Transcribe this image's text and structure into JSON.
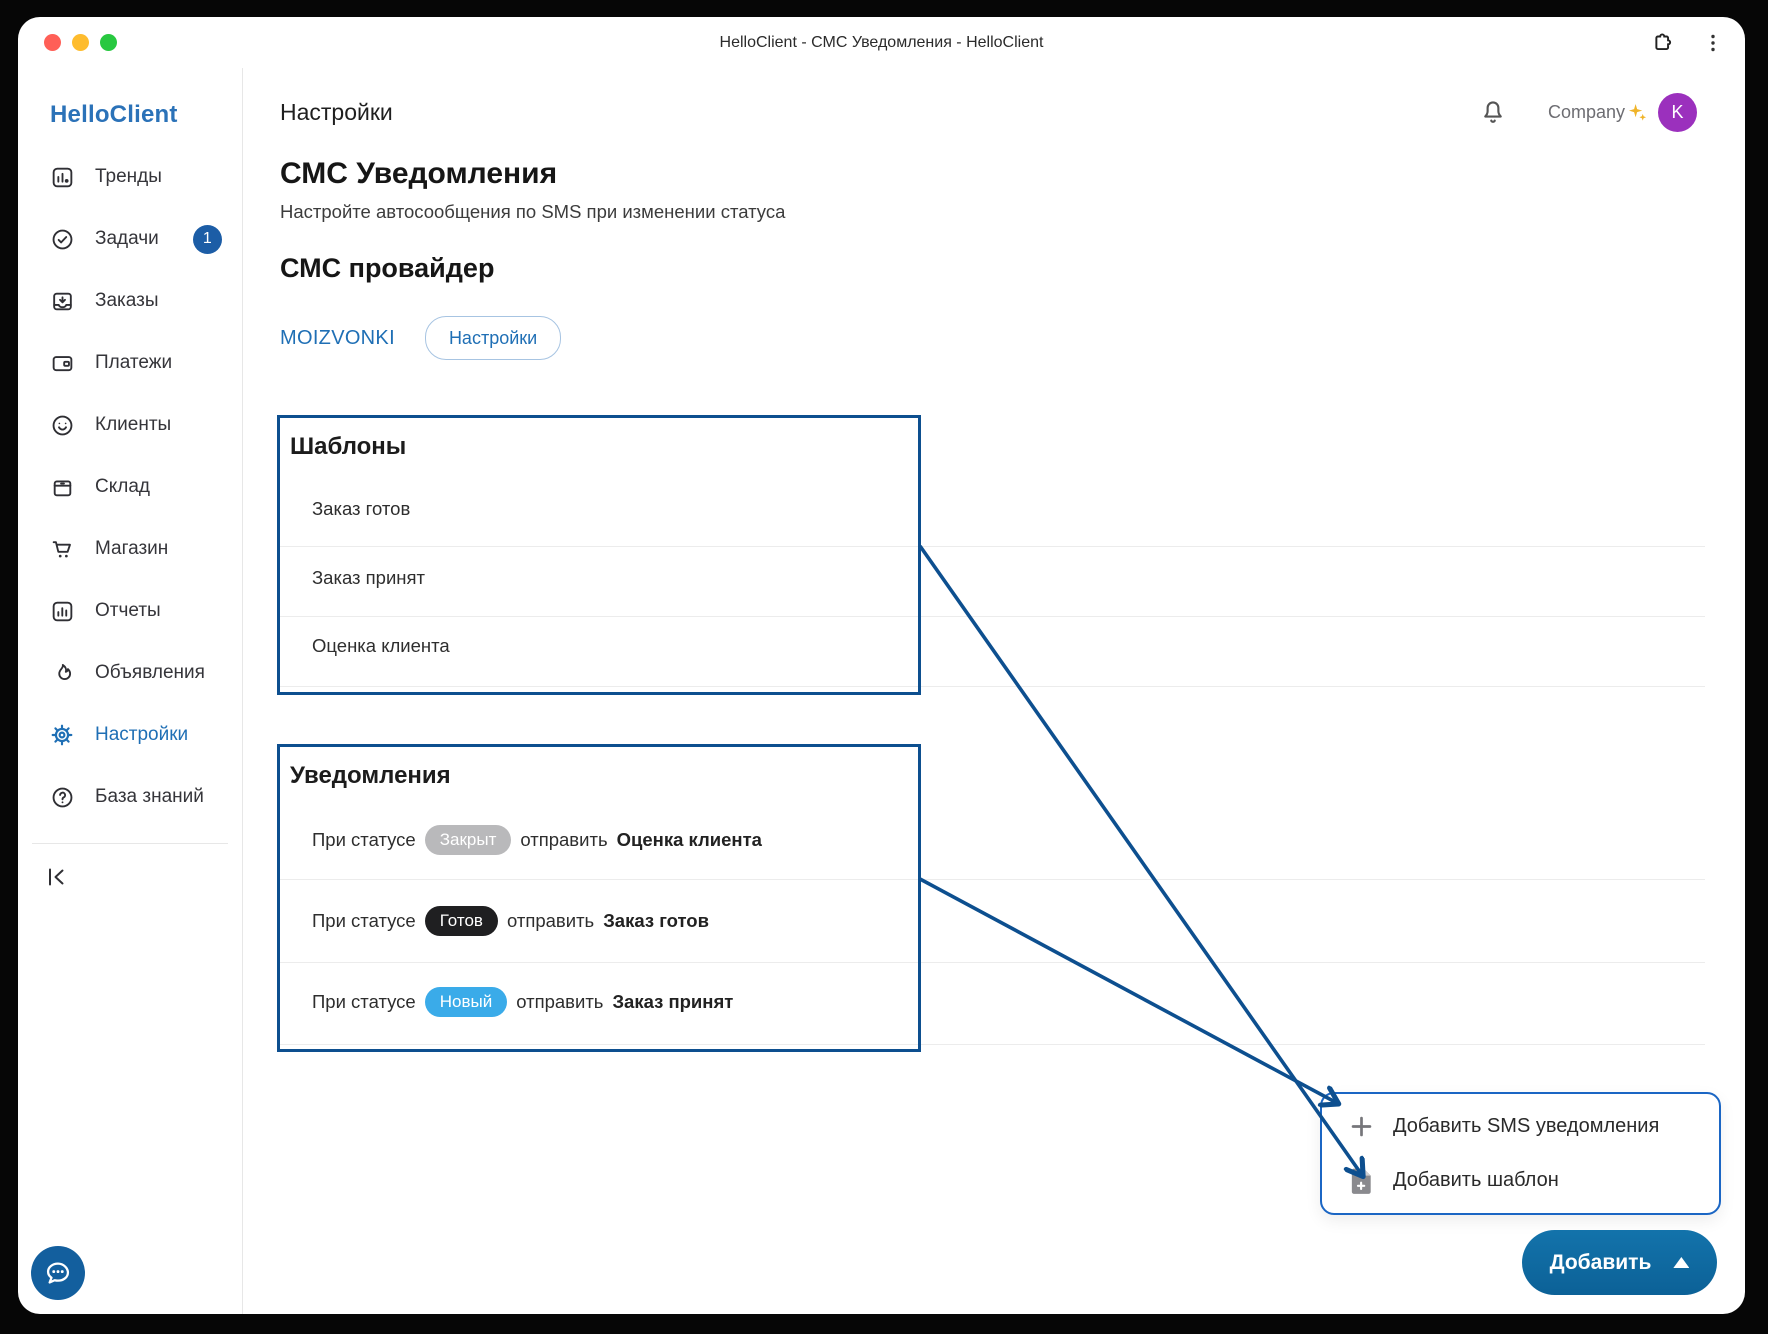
{
  "window": {
    "title": "HelloClient - СМС Уведомления - HelloClient"
  },
  "sidebar": {
    "brand": "HelloClient",
    "items": [
      {
        "label": "Тренды",
        "icon": "trends-icon"
      },
      {
        "label": "Задачи",
        "icon": "tasks-icon",
        "badge": "1"
      },
      {
        "label": "Заказы",
        "icon": "orders-icon"
      },
      {
        "label": "Платежи",
        "icon": "payments-icon"
      },
      {
        "label": "Клиенты",
        "icon": "clients-icon"
      },
      {
        "label": "Склад",
        "icon": "warehouse-icon"
      },
      {
        "label": "Магазин",
        "icon": "shop-icon"
      },
      {
        "label": "Отчеты",
        "icon": "reports-icon"
      },
      {
        "label": "Объявления",
        "icon": "announcements-icon"
      },
      {
        "label": "Настройки",
        "icon": "settings-icon",
        "selected": true
      },
      {
        "label": "База знаний",
        "icon": "knowledge-icon"
      }
    ]
  },
  "topbar": {
    "company": "Company",
    "avatar_initial": "K"
  },
  "page": {
    "breadcrumb": "Настройки",
    "title": "СМС Уведомления",
    "subtitle": "Настройте автосообщения по SMS при изменении статуса",
    "provider_heading": "СМС провайдер",
    "provider_name": "MOIZVONKI",
    "provider_settings_button": "Настройки"
  },
  "templates": {
    "heading": "Шаблоны",
    "items": [
      "Заказ готов",
      "Заказ принят",
      "Оценка клиента"
    ]
  },
  "notifications": {
    "heading": "Уведомления",
    "prefix": "При статусе",
    "middle": "отправить",
    "items": [
      {
        "status": "Закрыт",
        "status_color": "#b9b9bb",
        "template": "Оценка клиента"
      },
      {
        "status": "Готов",
        "status_color": "#1f1f21",
        "template": "Заказ готов"
      },
      {
        "status": "Новый",
        "status_color": "#3aabe9",
        "template": "Заказ принят"
      }
    ]
  },
  "popup": {
    "items": [
      {
        "label": "Добавить SMS уведомления",
        "icon": "plus-icon"
      },
      {
        "label": "Добавить шаблон",
        "icon": "file-plus-icon"
      }
    ]
  },
  "add_button": {
    "label": "Добавить"
  },
  "colors": {
    "annotation_blue": "#0d4f8f",
    "popup_border_blue": "#1b66c4",
    "brand_blue": "#2b72b8",
    "link_blue": "#1f6fb5",
    "button_blue": "#0e659c",
    "avatar_purple": "#9b30bd"
  }
}
